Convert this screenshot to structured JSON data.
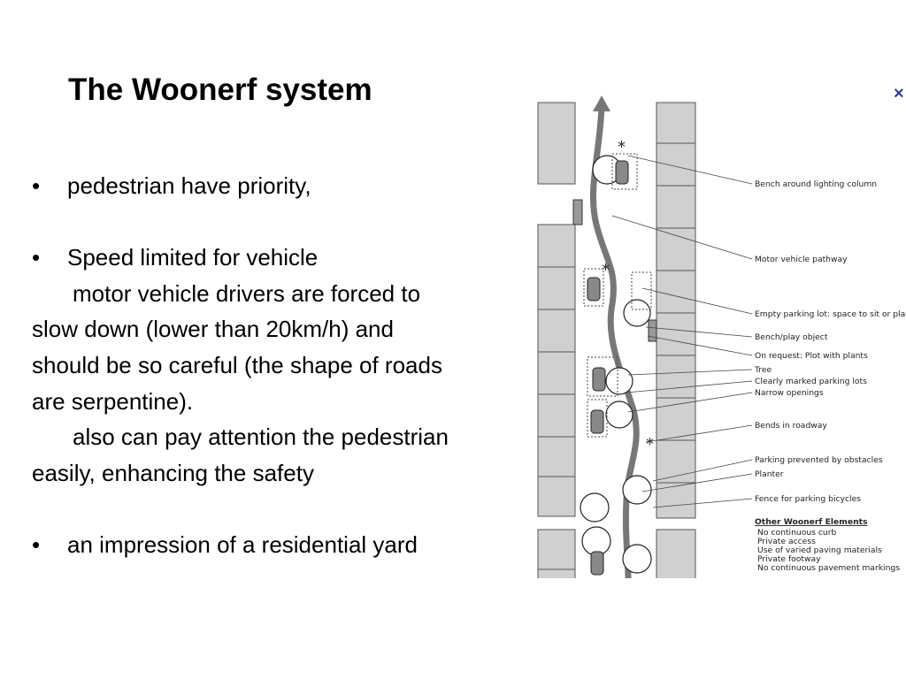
{
  "slide": {
    "title": "The Woonerf system",
    "bullet1": "pedestrian have priority,",
    "bullet2": "Speed limited for vehicle",
    "para1_first": "motor vehicle drivers are forced to",
    "para1_lines": [
      "slow down (lower than 20km/h) and",
      "should be so careful (the shape of roads",
      "are serpentine)."
    ],
    "para2_first": "also can pay attention the pedestrian",
    "para2_lines": [
      "easily, enhancing the safety"
    ],
    "bullet3": "an impression of a residential yard",
    "bullet_glyph": "•",
    "close_glyph": "×"
  },
  "diagram": {
    "labels": [
      "Bench around lighting column",
      "Motor vehicle pathway",
      "Empty parking lot: space to sit or play",
      "Bench/play object",
      "On request: Plot with plants",
      "Tree",
      "Clearly marked parking lots",
      "Narrow openings",
      "Bends in roadway",
      "Parking prevented by obstacles",
      "Planter",
      "Fence for parking bicycles"
    ],
    "other_heading": "Other Woonerf Elements",
    "other_items": [
      "No continuous curb",
      "Private access",
      "Use of varied paving materials",
      "Private footway",
      "No continuous pavement markings"
    ]
  }
}
